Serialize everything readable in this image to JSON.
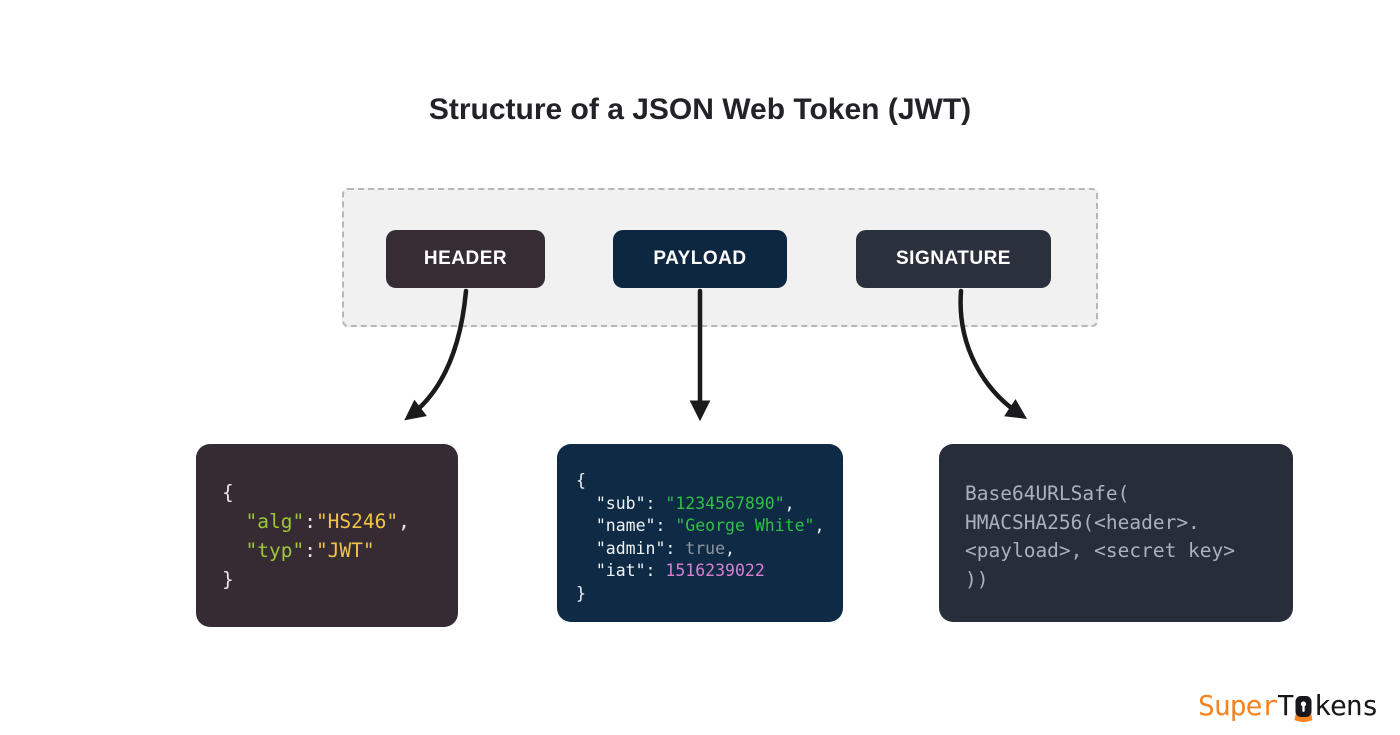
{
  "title": "Structure of a JSON Web Token (JWT)",
  "colors": {
    "arrow": "#1b1b1e",
    "container_bg": "#f1f1f2",
    "container_border": "#b7b7b9",
    "logo_orange": "#f5831f",
    "logo_dark": "#17171c"
  },
  "token_parts": [
    {
      "label": "HEADER",
      "bg": "#362c33"
    },
    {
      "label": "PAYLOAD",
      "bg": "#0e2740"
    },
    {
      "label": "SIGNATURE",
      "bg": "#2a313c"
    }
  ],
  "code_blocks": {
    "header": {
      "bg": "#362b33",
      "lines": [
        [
          {
            "t": "{",
            "c": "#e8e6e7"
          }
        ],
        [
          {
            "t": "  ",
            "c": "#e8e6e7"
          },
          {
            "t": "\"alg\"",
            "c": "#9dc73b"
          },
          {
            "t": ":",
            "c": "#e8e6e7"
          },
          {
            "t": "\"HS246\"",
            "c": "#f0c449"
          },
          {
            "t": ",",
            "c": "#e8e6e7"
          }
        ],
        [
          {
            "t": "  ",
            "c": "#e8e6e7"
          },
          {
            "t": "\"typ\"",
            "c": "#9dc73b"
          },
          {
            "t": ":",
            "c": "#e8e6e7"
          },
          {
            "t": "\"JWT\"",
            "c": "#f0c449"
          }
        ],
        [
          {
            "t": "}",
            "c": "#e8e6e7"
          }
        ]
      ]
    },
    "payload": {
      "bg": "#0e2a45",
      "lines": [
        [
          {
            "t": "{",
            "c": "#f0f3f5"
          }
        ],
        [
          {
            "t": "  ",
            "c": "#f0f3f5"
          },
          {
            "t": "\"sub\"",
            "c": "#f0f3f5"
          },
          {
            "t": ": ",
            "c": "#f0f3f5"
          },
          {
            "t": "\"1234567890\"",
            "c": "#2fc044"
          },
          {
            "t": ",",
            "c": "#f0f3f5"
          }
        ],
        [
          {
            "t": "  ",
            "c": "#f0f3f5"
          },
          {
            "t": "\"name\"",
            "c": "#f0f3f5"
          },
          {
            "t": ": ",
            "c": "#f0f3f5"
          },
          {
            "t": "\"George White\"",
            "c": "#2fc044"
          },
          {
            "t": ",",
            "c": "#f0f3f5"
          }
        ],
        [
          {
            "t": "  ",
            "c": "#f0f3f5"
          },
          {
            "t": "\"admin\"",
            "c": "#f0f3f5"
          },
          {
            "t": ": ",
            "c": "#f0f3f5"
          },
          {
            "t": "true",
            "c": "#8d96a2"
          },
          {
            "t": ",",
            "c": "#f0f3f5"
          }
        ],
        [
          {
            "t": "  ",
            "c": "#f0f3f5"
          },
          {
            "t": "\"iat\"",
            "c": "#f0f3f5"
          },
          {
            "t": ": ",
            "c": "#f0f3f5"
          },
          {
            "t": "1516239022",
            "c": "#d97fd4"
          }
        ],
        [
          {
            "t": "}",
            "c": "#f0f3f5"
          }
        ]
      ]
    },
    "signature": {
      "bg": "#272e3a",
      "lines": [
        [
          {
            "t": "Base64URLSafe(",
            "c": "#aab1bd"
          }
        ],
        [
          {
            "t": "HMACSHA256(<header>.",
            "c": "#aab1bd"
          }
        ],
        [
          {
            "t": "<payload>, <secret key>",
            "c": "#aab1bd"
          }
        ],
        [
          {
            "t": "))",
            "c": "#aab1bd"
          }
        ]
      ]
    }
  },
  "logo": {
    "prefix": "Super",
    "mid": "T",
    "suffix": "kens"
  }
}
